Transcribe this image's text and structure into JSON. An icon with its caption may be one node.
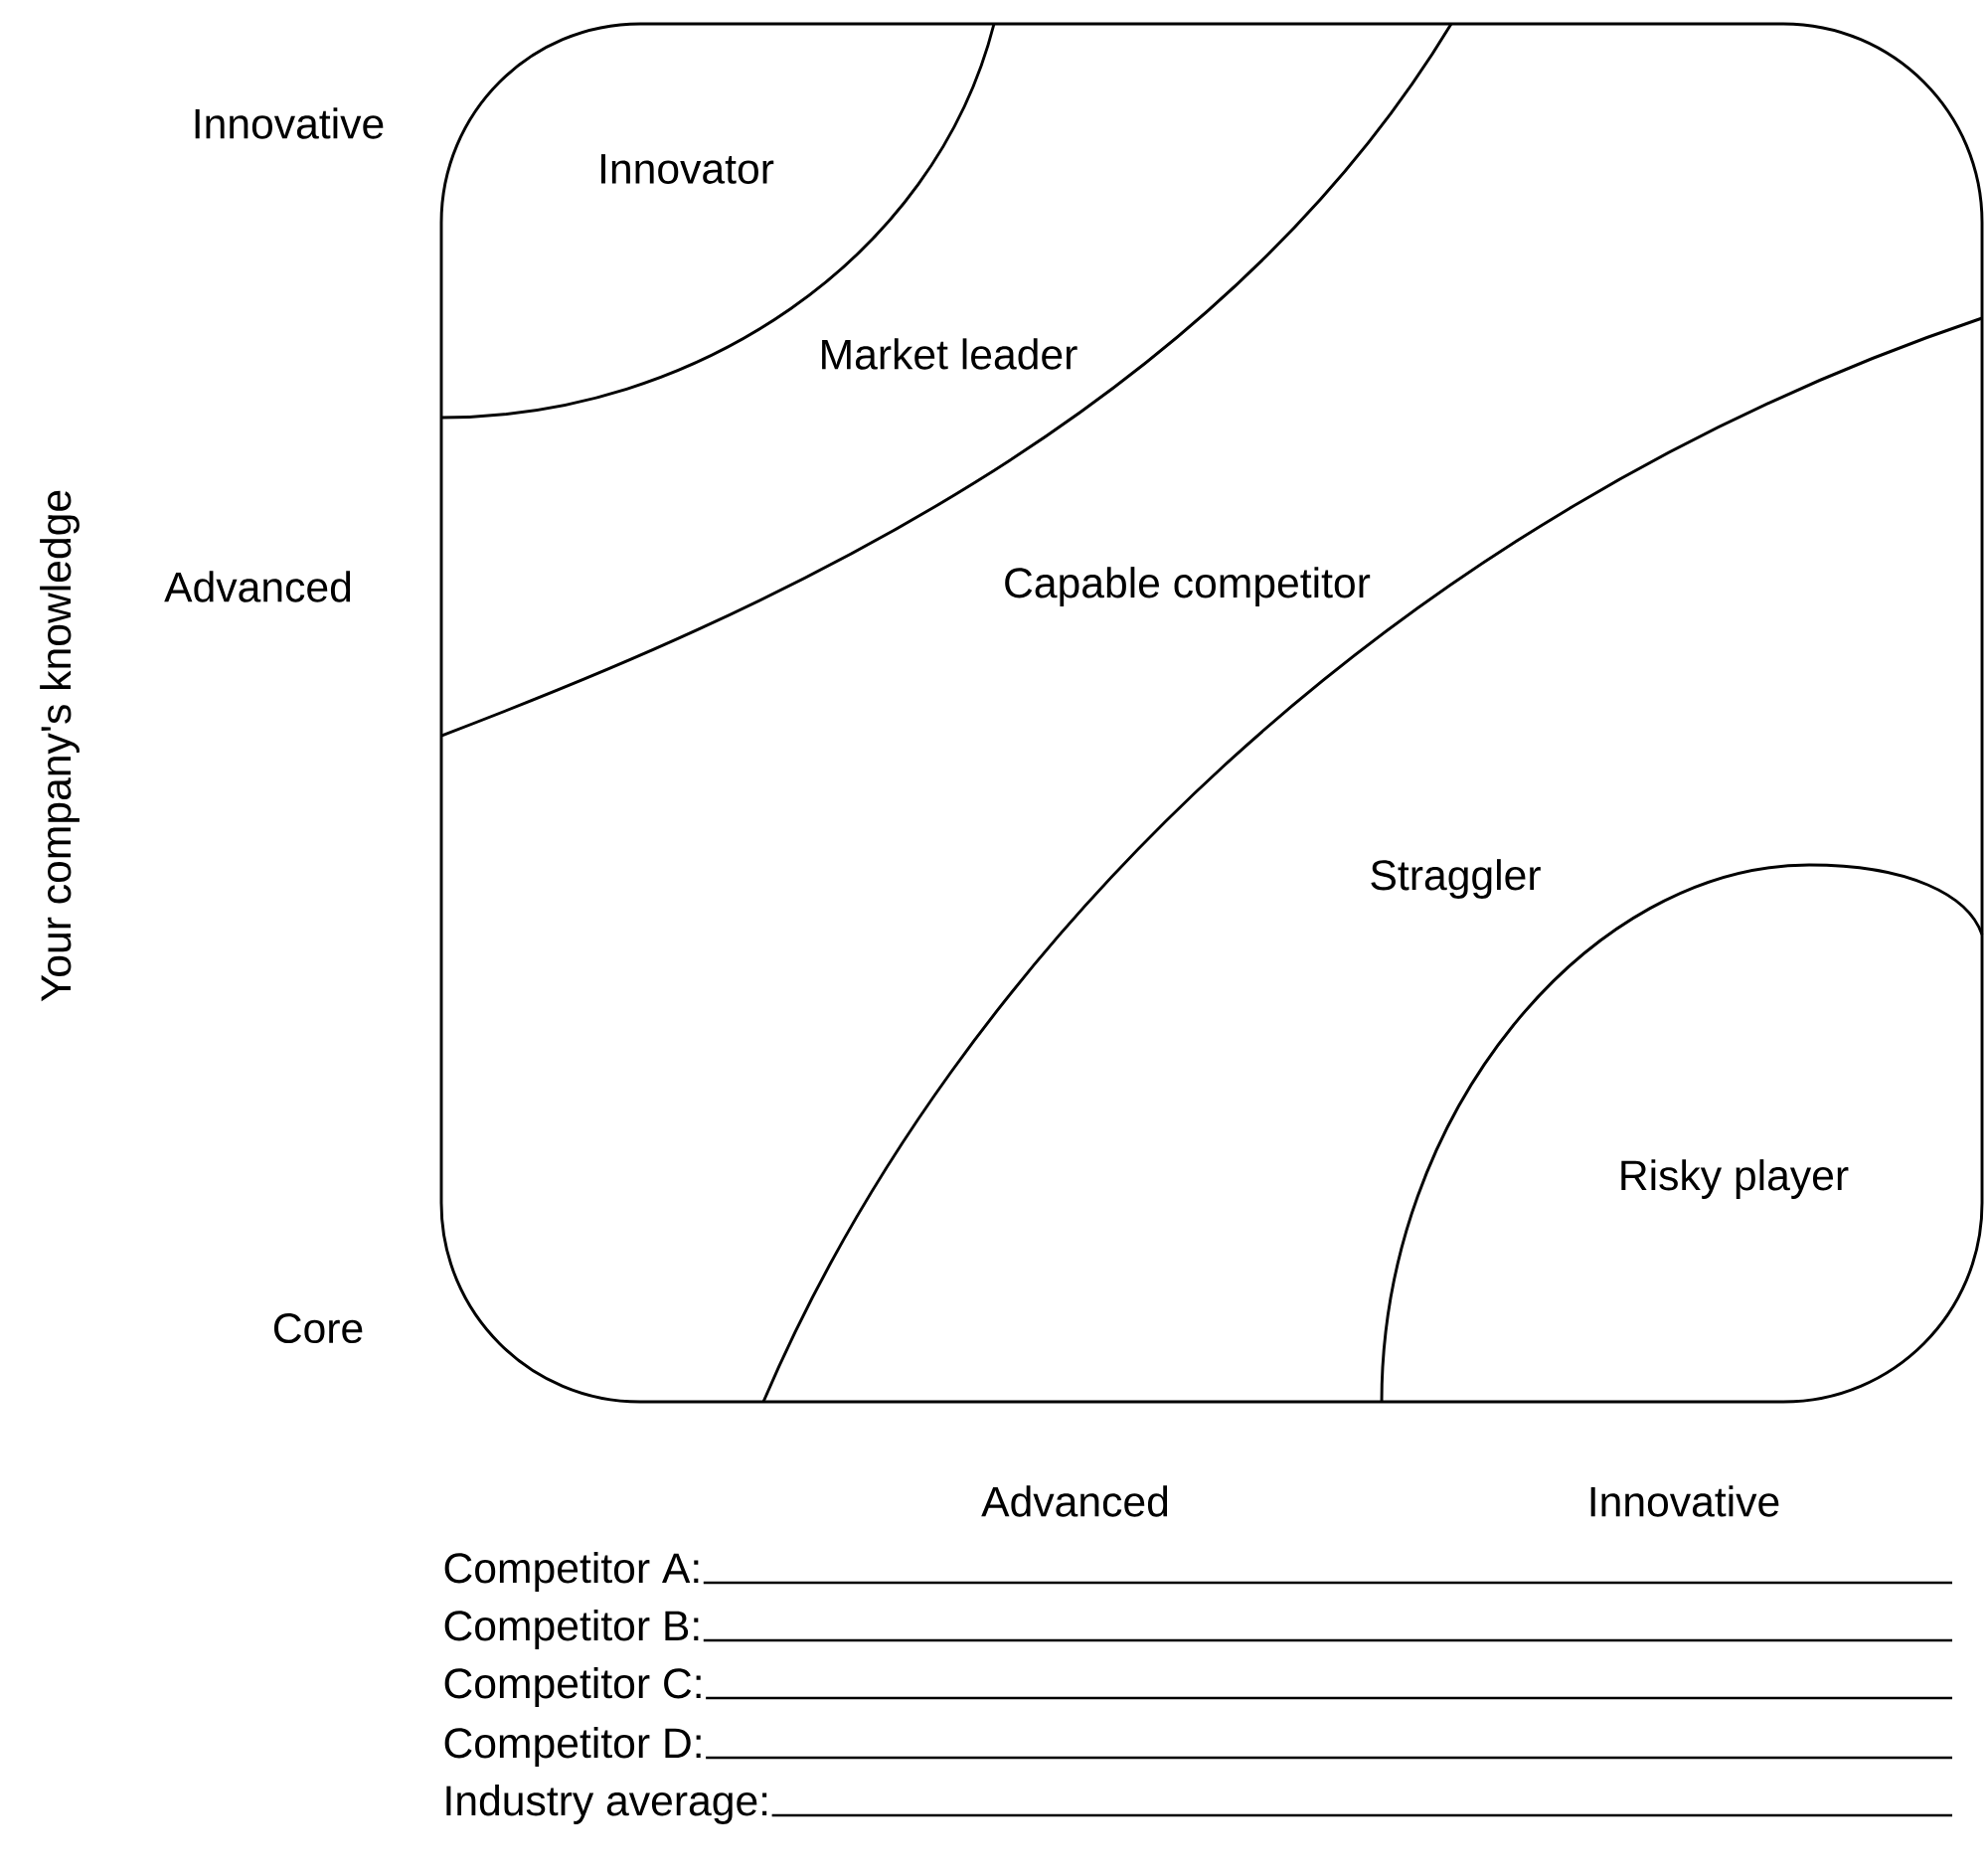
{
  "diagram": {
    "labels": [
      "Innovative",
      "Innovator",
      "Market leader",
      "Your company's knowledge",
      "Advanced",
      "Capable competitor",
      "Straggler",
      "Risky player",
      "Core",
      "Advanced",
      "Innovative",
      "Competitor A:",
      "Competitor B:",
      "Competitor C:",
      "Competitor D:",
      "Industry average:"
    ]
  }
}
